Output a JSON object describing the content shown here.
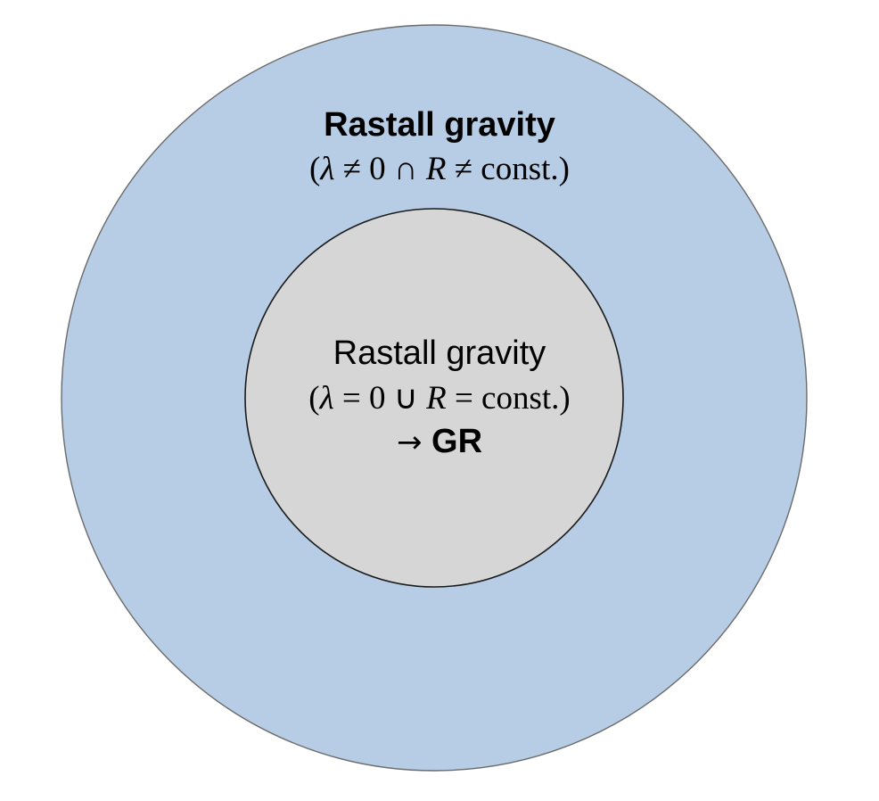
{
  "outer_region": {
    "title": "Rastall gravity",
    "condition": {
      "open": "(",
      "lambda": "λ",
      "op1": " ≠ 0 ∩ ",
      "r": "R",
      "op2": " ≠ const.)"
    }
  },
  "inner_region": {
    "title": "Rastall gravity",
    "condition": {
      "open": "(",
      "lambda": "λ",
      "op1": " = 0 ∪ ",
      "r": "R",
      "op2": " = const.)"
    },
    "arrow": "→",
    "result": "GR"
  },
  "colors": {
    "outer_fill": "#b6cde5",
    "inner_fill": "#d6d6d6"
  }
}
